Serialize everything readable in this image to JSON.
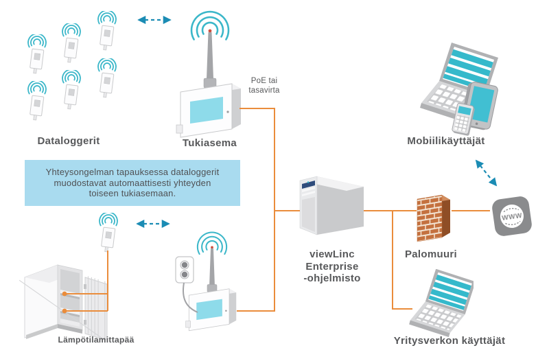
{
  "labels": {
    "dataloggers": "Dataloggerit",
    "base_station": "Tukiasema",
    "poe": "PoE tai\ntasavirta",
    "info_box": "Yhteysongelman tapauksessa dataloggerit\nmuodostavat automaattisesti yhteyden\ntoiseen tukiasemaan.",
    "temperature_probe": "Lämpötilamittapää",
    "server": "viewLinc\nEnterprise\n-ohjelmisto",
    "firewall": "Palomuuri",
    "mobile_users": "Mobiilikäyttäjät",
    "corporate_users": "Yritysverkon käyttäjät",
    "www_badge": "WWW"
  },
  "colors": {
    "wifi_teal": "#3bb7c9",
    "screen_teal": "#41bfd2",
    "dashed_arrow_blue": "#1b8cb4",
    "line_orange": "#ea8c3b",
    "info_box_blue": "#a9dbef",
    "text_gray": "#57585a",
    "brick_orange": "#c4713f",
    "www_badge_gray": "#8a8b8d",
    "server_bay_blue": "#2f4c7c"
  },
  "icons": [
    "wifi-arcs-icon",
    "datalogger-icon",
    "base-station-icon",
    "antenna-icon",
    "power-outlet-icon",
    "power-cord-icon",
    "server-tower-icon",
    "firewall-bricks-icon",
    "www-globe-icon",
    "laptop-icon",
    "tablet-icon",
    "phone-icon",
    "fridge-cabinet-icon",
    "sensor-dot-icon",
    "dashed-link-arrow-icon",
    "network-line-icon"
  ]
}
